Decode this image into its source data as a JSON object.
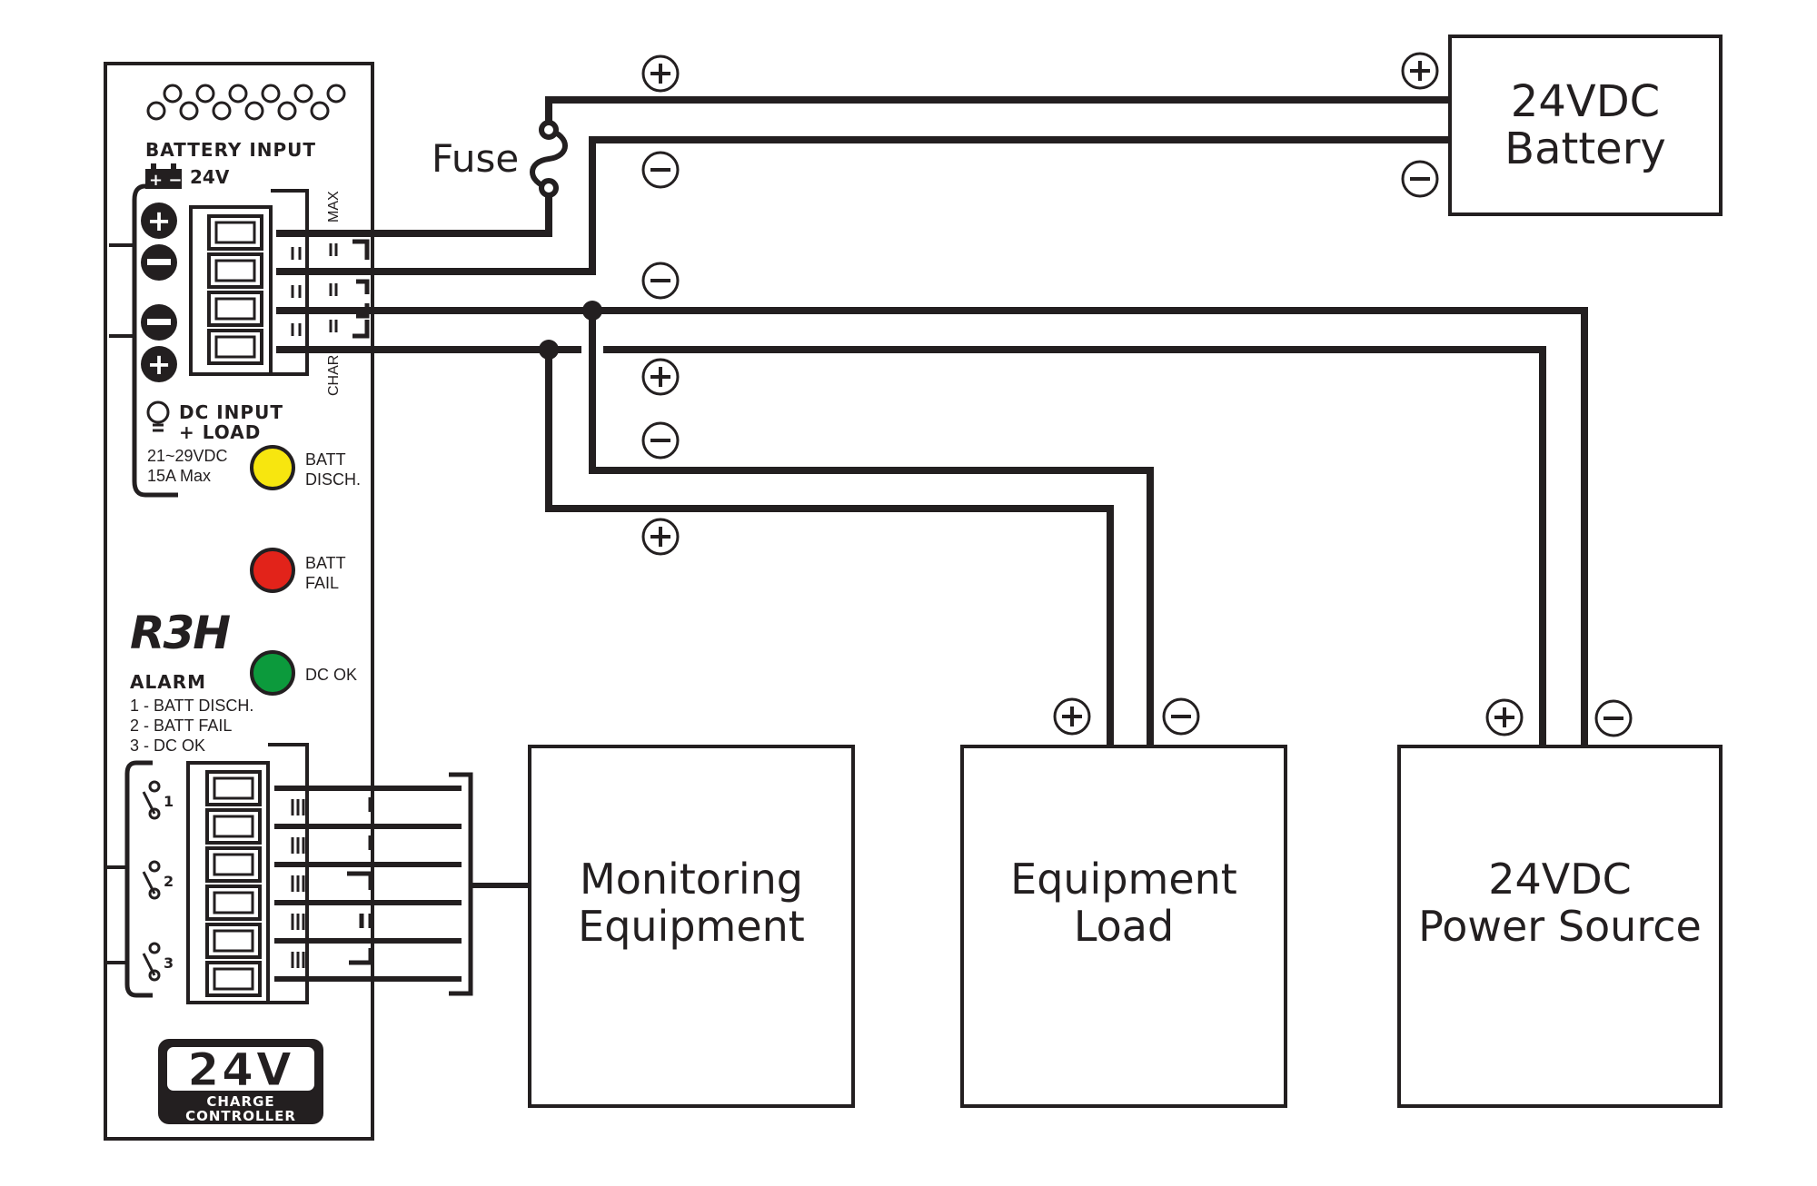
{
  "fuse": {
    "label": "Fuse"
  },
  "battery": {
    "line1": "24VDC",
    "line2": "Battery"
  },
  "monitoring": {
    "line1": "Monitoring",
    "line2": "Equipment"
  },
  "equipment_load": {
    "line1": "Equipment",
    "line2": "Load"
  },
  "power_source": {
    "line1": "24VDC",
    "line2": "Power Source"
  },
  "controller": {
    "battery_input": "BATTERY INPUT",
    "battery_voltage": "24V",
    "dc_input_1": "DC INPUT",
    "dc_input_2": "+ LOAD",
    "range": "21~29VDC",
    "max": "15A Max",
    "terminal_max": "MAX",
    "terminal_chg": "CHAR",
    "led_batt_disch_1": "BATT",
    "led_batt_disch_2": "DISCH.",
    "led_batt_fail_1": "BATT",
    "led_batt_fail_2": "FAIL",
    "led_dc_ok": "DC OK",
    "alarm": "ALARM",
    "alarm_1": "1 - BATT DISCH.",
    "alarm_2": "2 - BATT FAIL",
    "alarm_3": "3 - DC OK",
    "relay_1": "1",
    "relay_2": "2",
    "relay_3": "3",
    "badge_main": "24V",
    "badge_sub_1": "CHARGE",
    "badge_sub_2": "CONTROLLER",
    "logo": "R3H"
  },
  "polarity": {
    "plus": "+",
    "minus": "−"
  },
  "colors": {
    "led_yellow": "#f7e60f",
    "led_red": "#e2231a",
    "led_green": "#0c9a3c",
    "line": "#231f20"
  }
}
